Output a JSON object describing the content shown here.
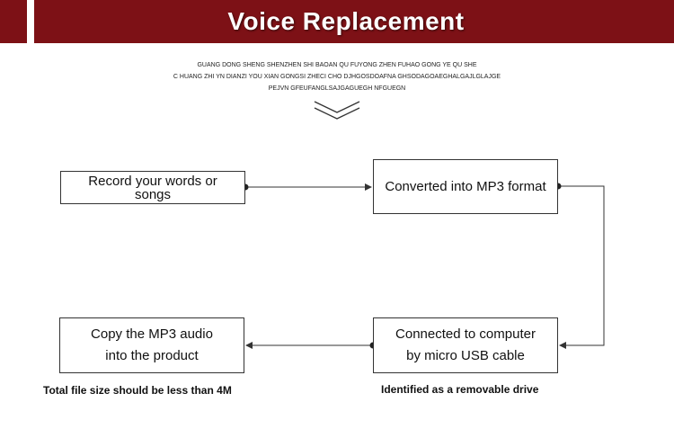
{
  "header": {
    "title": "Voice Replacement",
    "color": "#7d1116"
  },
  "address_lines": [
    "GUANG DONG SHENG SHENZHEN SHI BAOAN QU FUYONG ZHEN  FUHAO GONG YE QU SHE",
    "C HUANG ZHI YN DIANZI YOU XIAN GONGSI  ZHECI CHO DJHGOSDOAFNA GHSODAGOAEGHALGAJLGLAJGE",
    "PEJVN GFEUFANGLSAJGAGUEGH NFGUEGN"
  ],
  "flow": {
    "step1": "Record your words or songs",
    "step2": "Converted into MP3 format",
    "step3_line1": "Connected to computer",
    "step3_line2": "by micro USB cable",
    "step4_line1": "Copy the MP3 audio",
    "step4_line2": "into the product"
  },
  "captions": {
    "left": "Total file size should be less than 4M",
    "right": "Identified as a removable drive"
  }
}
